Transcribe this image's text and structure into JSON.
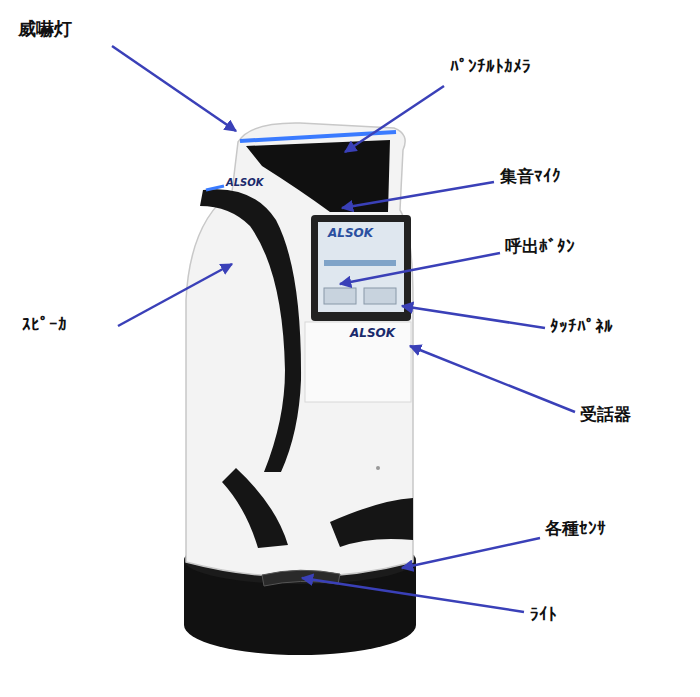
{
  "diagram": {
    "labels": [
      "威嚇灯",
      "ﾊﾟﾝﾁﾙﾄｶﾒﾗ",
      "集音ﾏｲｸ",
      "呼出ﾎﾞﾀﾝ",
      "ｽﾋﾟｰｶ",
      "ﾀｯﾁﾊﾟﾈﾙ",
      "受話器",
      "各種ｾﾝｻ",
      "ﾗｲﾄ",
      "ALSOK",
      "ALSOK",
      "ALSOK"
    ]
  }
}
